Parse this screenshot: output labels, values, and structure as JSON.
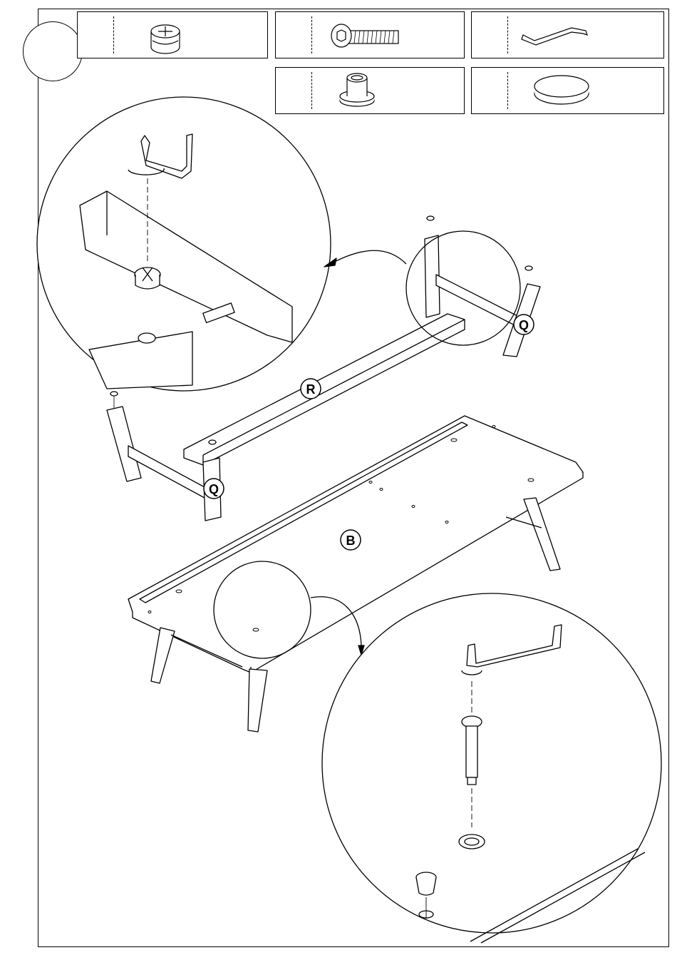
{
  "step": {
    "number": ""
  },
  "parts": [
    {
      "name": "cam-lock-nut",
      "quantity": ""
    },
    {
      "name": "hex-bolt",
      "quantity": ""
    },
    {
      "name": "allen-key",
      "quantity": ""
    },
    {
      "name": "insert-nut",
      "quantity": ""
    },
    {
      "name": "cap-disc",
      "quantity": ""
    }
  ],
  "labels": {
    "crossbar": "R",
    "leg_left": "Q",
    "leg_right": "Q",
    "tabletop": "B"
  }
}
